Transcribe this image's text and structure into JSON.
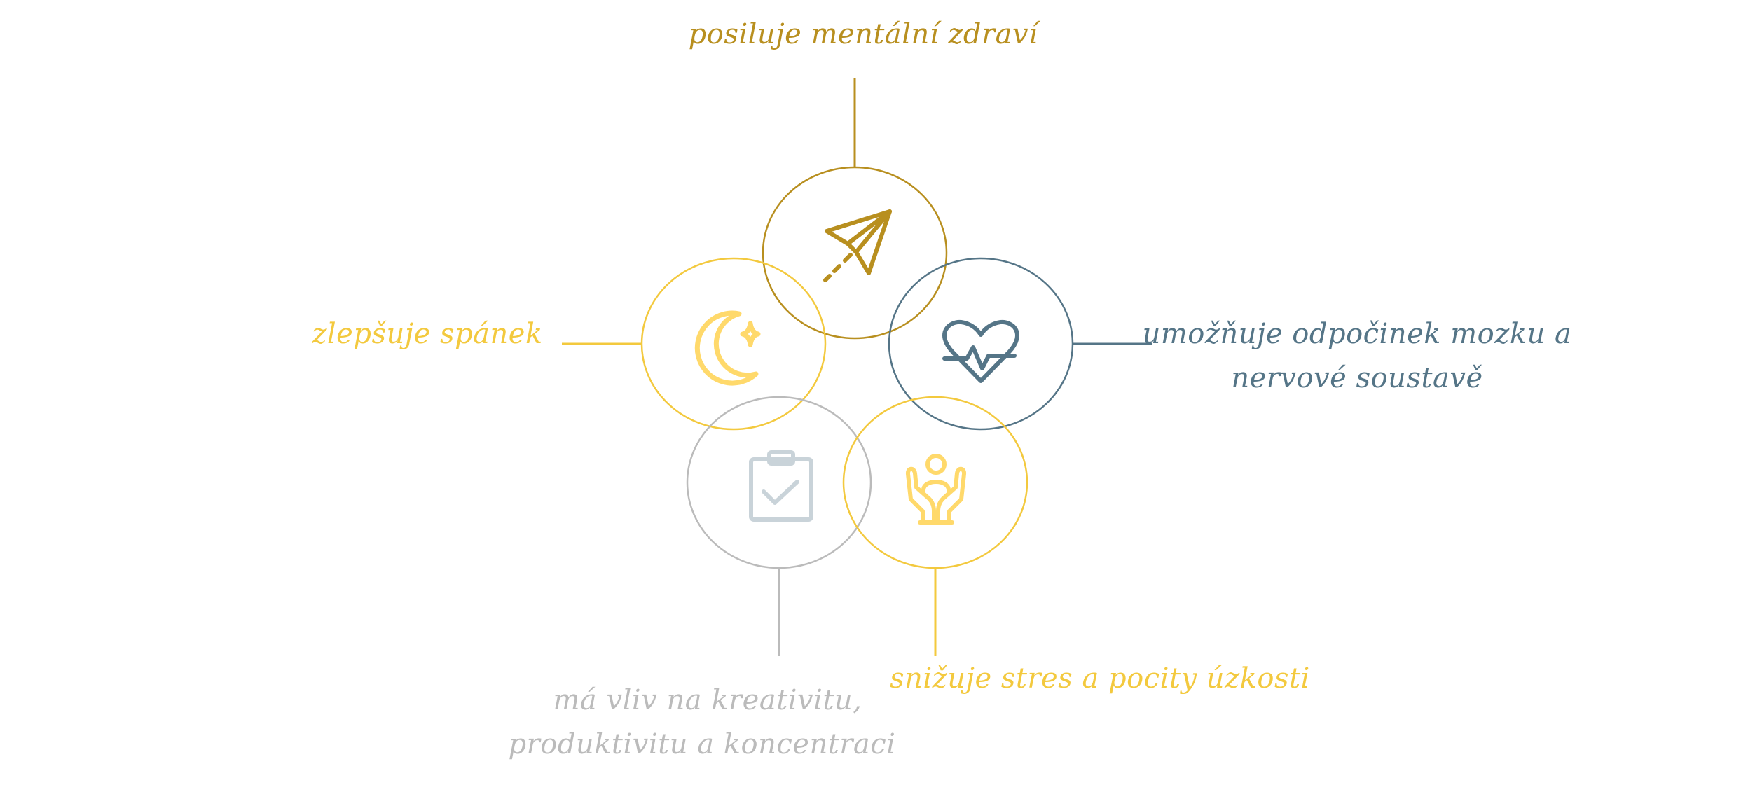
{
  "colors": {
    "gold": "#B88F1F",
    "yellow": "#F3C93E",
    "icon_yellow": "#FFD96B",
    "slate": "#557587",
    "gray": "#BBBBBB",
    "icon_gray": "#C9D3D9"
  },
  "benefits": {
    "top": {
      "label": "posiluje mentální zdraví",
      "icon": "paper-plane-icon",
      "color": "#B88F1F"
    },
    "left": {
      "label": "zlepšuje spánek",
      "icon": "moon-star-icon",
      "color": "#F3C93E"
    },
    "right": {
      "label_line1": "umožňuje odpočinek mozku a",
      "label_line2": "nervové soustavě",
      "icon": "heart-pulse-icon",
      "color": "#557587"
    },
    "bottom_right": {
      "label": "snižuje stres a pocity úzkosti",
      "icon": "hands-care-icon",
      "color": "#F3C93E"
    },
    "bottom_left": {
      "label_line1": "má vliv na kreativitu,",
      "label_line2": "produktivitu a koncentraci",
      "icon": "clipboard-check-icon",
      "color": "#BBBBBB"
    }
  }
}
